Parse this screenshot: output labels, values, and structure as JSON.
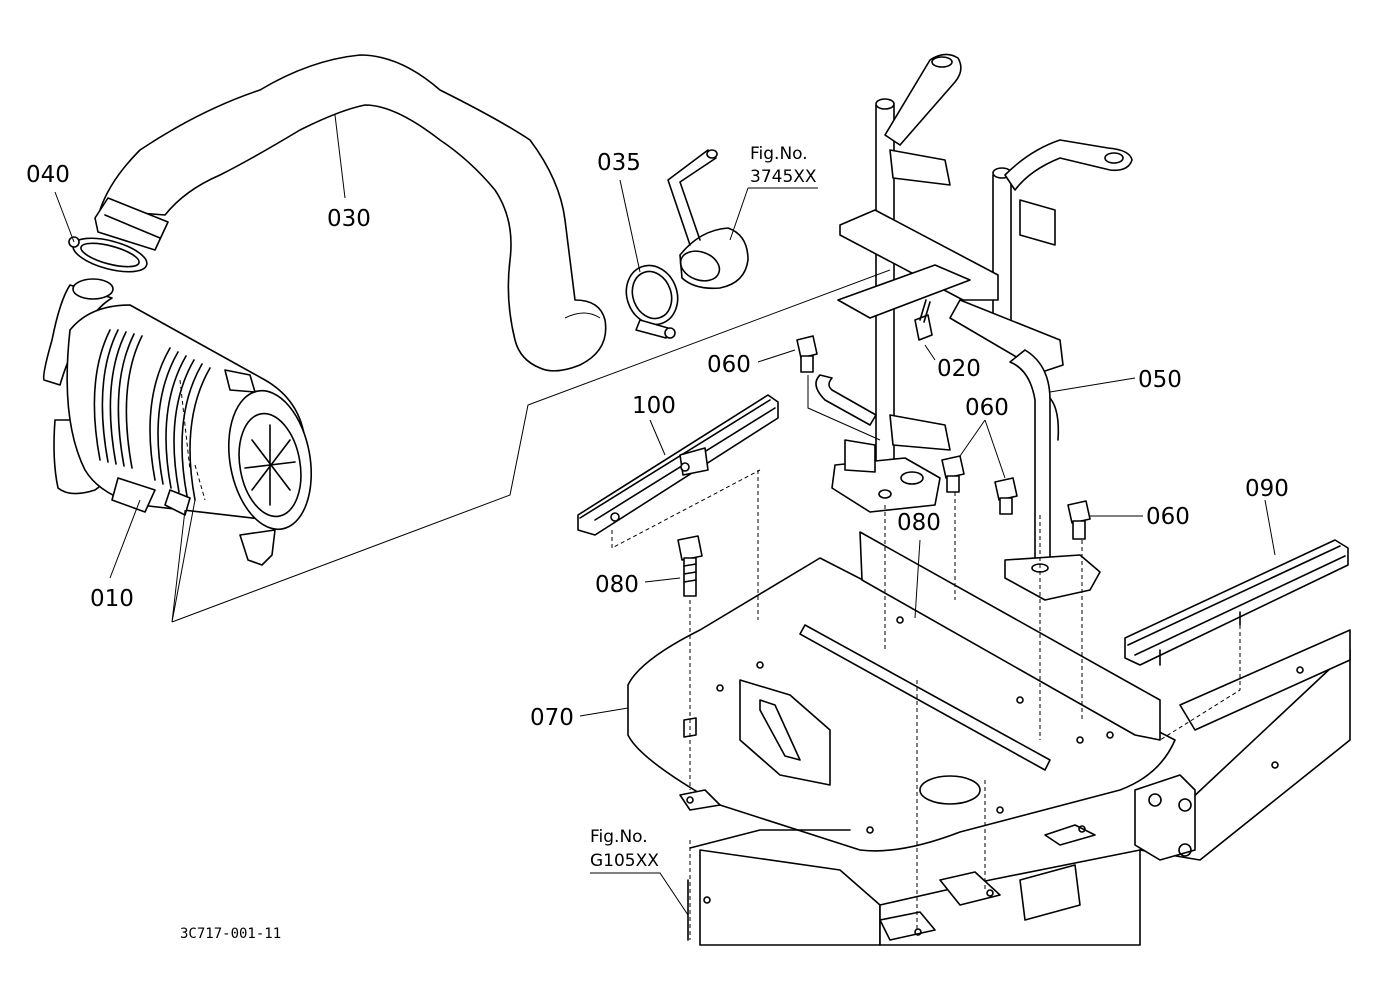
{
  "parts": {
    "p010": "010",
    "p020": "020",
    "p030": "030",
    "p035": "035",
    "p040": "040",
    "p050": "050",
    "p060a": "060",
    "p060b": "060",
    "p060c": "060",
    "p070": "070",
    "p080a": "080",
    "p080b": "080",
    "p090": "090",
    "p100": "100"
  },
  "references": {
    "upper": {
      "title": "Fig.No.",
      "number": "3745XX"
    },
    "lower": {
      "title": "Fig.No.",
      "number": "G105XX"
    }
  },
  "drawing_code": "3C717-001-11"
}
